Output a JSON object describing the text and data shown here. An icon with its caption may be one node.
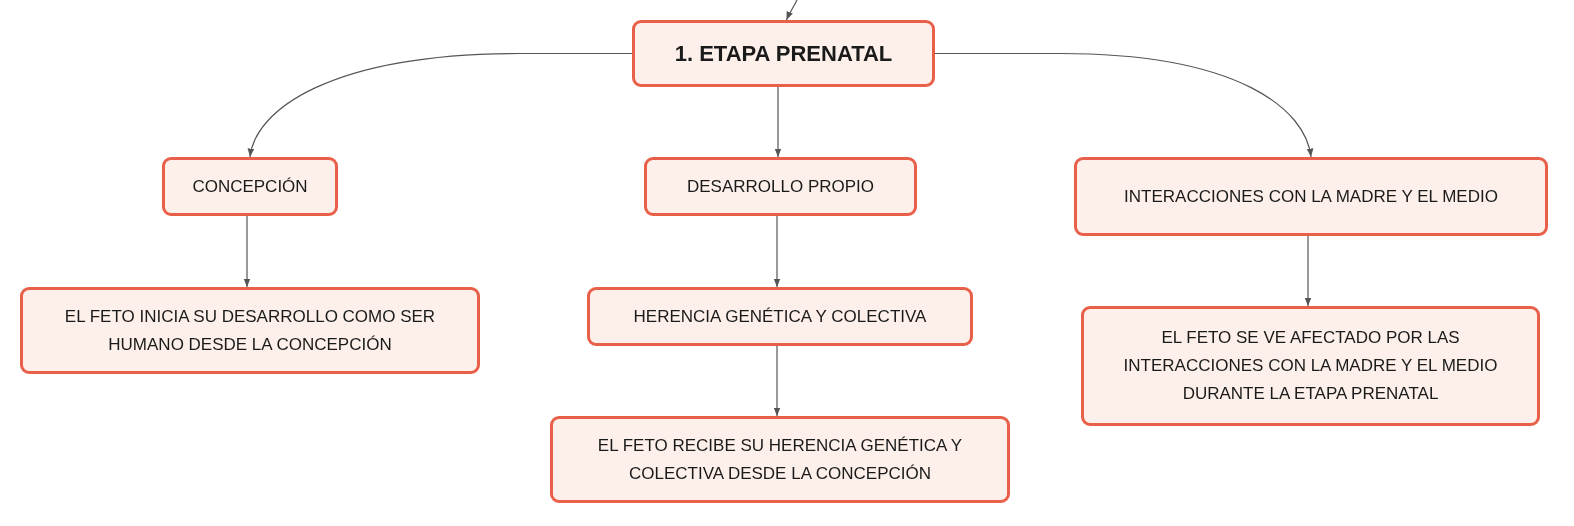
{
  "diagram": {
    "nodes": [
      {
        "text": [
          "1. ETAPA PRENATAL"
        ]
      },
      {
        "text": [
          "CONCEPCIÓN"
        ]
      },
      {
        "text": [
          "DESARROLLO PROPIO"
        ]
      },
      {
        "text": [
          "INTERACCIONES CON LA MADRE Y EL MEDIO"
        ]
      },
      {
        "text": [
          "EL FETO INICIA SU DESARROLLO COMO SER HUMANO DESDE LA CONCEPCIÓN"
        ]
      },
      {
        "text": [
          "HERENCIA GENÉTICA Y COLECTIVA"
        ]
      },
      {
        "text": [
          "EL FETO RECIBE SU HERENCIA GENÉTICA Y COLECTIVA DESDE LA CONCEPCIÓN"
        ]
      },
      {
        "text": [
          "EL FETO SE VE AFECTADO POR LAS INTERACCIONES CON LA MADRE Y EL MEDIO DURANTE LA ETAPA PRENATAL"
        ]
      }
    ],
    "edges": [
      {
        "from": null,
        "to": 0,
        "arrow": "to"
      },
      {
        "from": 0,
        "to": 1,
        "arrow": "to"
      },
      {
        "from": 0,
        "to": 2,
        "arrow": "to"
      },
      {
        "from": 0,
        "to": 3,
        "arrow": "to"
      },
      {
        "from": 1,
        "to": 4,
        "arrow": "to"
      },
      {
        "from": 2,
        "to": 5,
        "arrow": "to"
      },
      {
        "from": 5,
        "to": 6,
        "arrow": "to"
      },
      {
        "from": 3,
        "to": 7,
        "arrow": "to"
      }
    ]
  }
}
